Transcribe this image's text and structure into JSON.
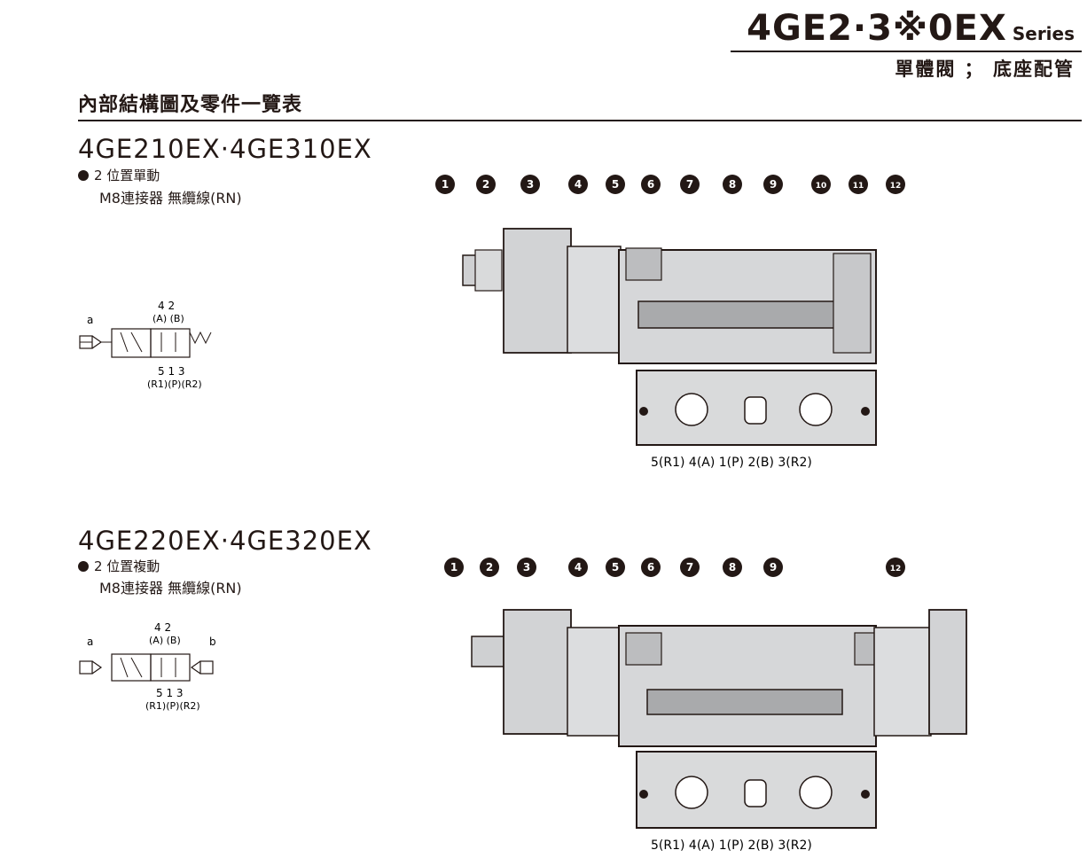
{
  "header": {
    "series_main": "4GE2·3※0EX",
    "series_suffix": "Series",
    "subtitle": "單體閥 ； 底座配管"
  },
  "section_title": "內部結構圖及零件一覽表",
  "models": [
    {
      "title": "4GE210EX·4GE310EX",
      "type_line": "2 位置單動",
      "connector_line": "M8連接器 無纜線(RN)",
      "symbol": {
        "top_ports": "4  2",
        "top_names": "(A) (B)",
        "bottom_ports": "5   1   3",
        "bottom_names": "(R1)(P)(R2)",
        "left_label": "a",
        "right_label": ""
      },
      "part_numbers": [
        "1",
        "2",
        "3",
        "4",
        "5",
        "6",
        "7",
        "8",
        "9",
        "10",
        "11",
        "12"
      ],
      "port_labels": "5(R1)  4(A)  1(P)  2(B)  3(R2)"
    },
    {
      "title": "4GE220EX·4GE320EX",
      "type_line": "2 位置複動",
      "connector_line": "M8連接器 無纜線(RN)",
      "symbol": {
        "top_ports": "4  2",
        "top_names": "(A) (B)",
        "bottom_ports": "5   1   3",
        "bottom_names": "(R1)(P)(R2)",
        "left_label": "a",
        "right_label": "b"
      },
      "part_numbers": [
        "1",
        "2",
        "3",
        "4",
        "5",
        "6",
        "7",
        "8",
        "9",
        "12"
      ],
      "port_labels": "5(R1)  4(A)  1(P)  2(B)  3(R2)"
    }
  ]
}
